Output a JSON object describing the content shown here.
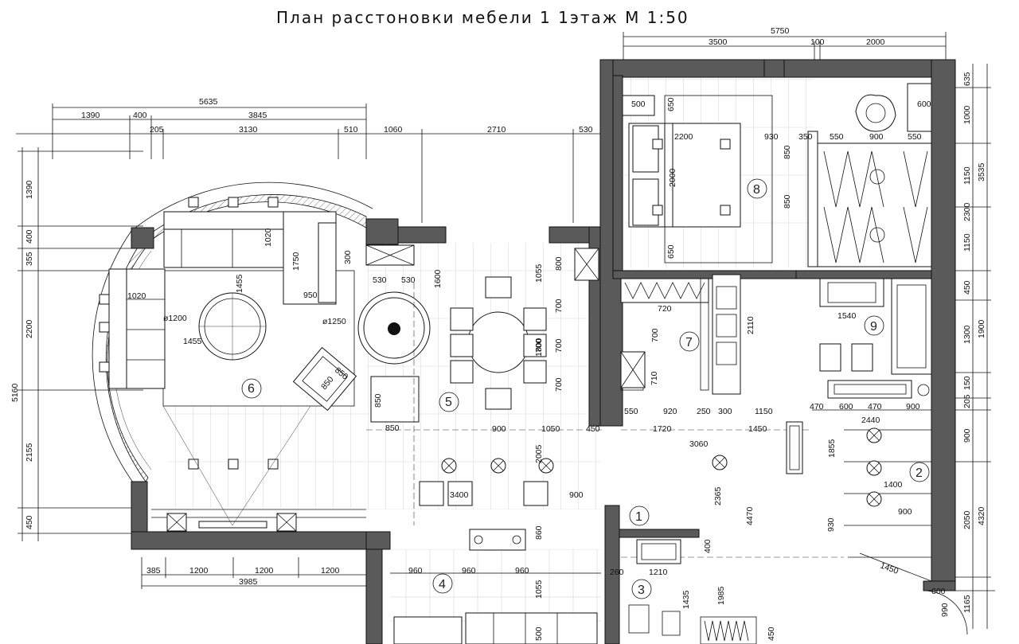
{
  "title": "План расстоновки мебели 1 1этаж  М 1:50",
  "rooms": [
    "1",
    "2",
    "3",
    "4",
    "5",
    "6",
    "7",
    "8",
    "9"
  ],
  "dims_top": {
    "overall_right": "5750",
    "right_a": "3500",
    "right_b": "100",
    "right_c": "2000",
    "overall_left": "5635",
    "left_a": "1390",
    "left_b": "400",
    "left_c": "3845",
    "row3_a": "205",
    "row3_b": "3130",
    "row3_c": "510",
    "row3_d": "1060",
    "row3_e": "2710",
    "row3_f": "530"
  },
  "dims_left": [
    "1390",
    "400",
    "355",
    "2200",
    "5160",
    "2155",
    "450"
  ],
  "dims_right": [
    "635",
    "1000",
    "3535",
    "1150",
    "2300",
    "1150",
    "450",
    "1900",
    "1300",
    "150",
    "205",
    "900",
    "2050",
    "4320",
    "1165"
  ],
  "dims_bottom": [
    "385",
    "1200",
    "1200",
    "1200",
    "3985"
  ],
  "dims_inner": {
    "d1020a": "1020",
    "d1750": "1750",
    "d300": "300",
    "d1455v": "1455",
    "d950": "950",
    "d1020b": "1020",
    "d1200": "ø1200",
    "d1455h": "1455",
    "d850a": "850",
    "d850b": "850",
    "d1250": "ø1250",
    "d530a": "530",
    "d530b": "530",
    "d1600": "1600",
    "d850c": "850",
    "d850d": "850",
    "d1055": "1055",
    "d800": "800",
    "d700a": "700",
    "d700b": "700",
    "d700c": "700",
    "d700d": "700",
    "d1800": "1800",
    "d900a": "900",
    "d1050": "1050",
    "d450": "450",
    "d2005": "2005",
    "d3400": "3400",
    "d900b": "900",
    "d500": "500",
    "d650a": "650",
    "d2200": "2200",
    "d2000": "2000",
    "d930": "930",
    "d350": "350",
    "d550a": "550",
    "d900c": "900",
    "d550b": "550",
    "d600": "600",
    "d850e": "850",
    "d850f": "850",
    "d650b": "650",
    "d720": "720",
    "d2110": "2110",
    "d700e": "700",
    "d710": "710",
    "d1540": "1540",
    "d550c": "550",
    "d920": "920",
    "d250": "250",
    "d300b": "300",
    "d1150": "1150",
    "d470a": "470",
    "d600b": "600",
    "d470b": "470",
    "d900d": "900",
    "d2440": "2440",
    "d1720": "1720",
    "d1450": "1450",
    "d3060": "3060",
    "d1855": "1855",
    "d1400": "1400",
    "d2365": "2365",
    "d4470": "4470",
    "d900e": "900",
    "d930b": "930",
    "d1450b": "1450",
    "d960a": "960",
    "d960b": "960",
    "d960c": "960",
    "d1055b": "1055",
    "d860": "860",
    "d1210": "1210",
    "d260": "260",
    "d400": "400",
    "d1435": "1435",
    "d1985": "1985",
    "d600c": "600",
    "d500b": "500",
    "d450b": "450",
    "d990": "990"
  }
}
